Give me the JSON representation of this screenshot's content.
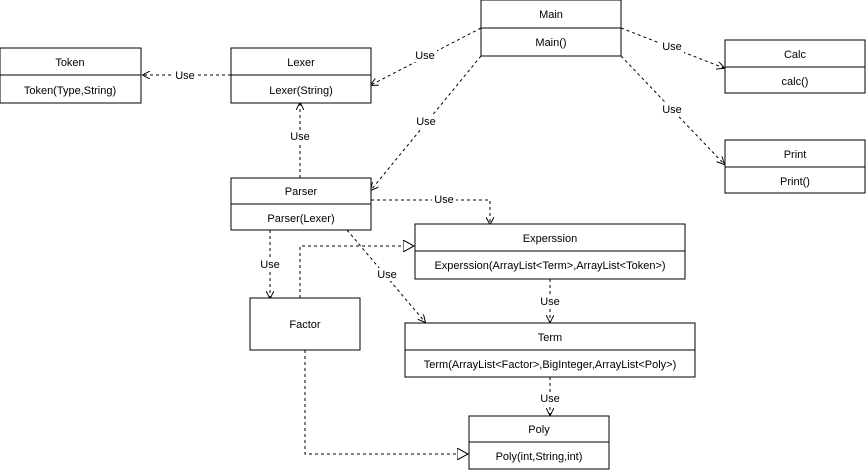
{
  "diagram": {
    "classes": {
      "main": {
        "title": "Main",
        "method": "Main()"
      },
      "token": {
        "title": "Token",
        "method": "Token(Type,String)"
      },
      "lexer": {
        "title": "Lexer",
        "method": "Lexer(String)"
      },
      "calc": {
        "title": "Calc",
        "method": "calc()"
      },
      "print": {
        "title": "Print",
        "method": "Print()"
      },
      "parser": {
        "title": "Parser",
        "method": "Parser(Lexer)"
      },
      "experssion": {
        "title": "Experssion",
        "method": "Experssion(ArrayList<Term>,ArrayList<Token>)"
      },
      "factor": {
        "title": "Factor"
      },
      "term": {
        "title": "Term",
        "method": "Term(ArrayList<Factor>,BigInteger,ArrayList<Poly>)"
      },
      "poly": {
        "title": "Poly",
        "method": "Poly(int,String,int)"
      }
    },
    "edges": {
      "lexer_token": {
        "label": "Use"
      },
      "main_lexer": {
        "label": "Use"
      },
      "main_calc": {
        "label": "Use"
      },
      "main_print": {
        "label": "Use"
      },
      "main_parser": {
        "label": "Use"
      },
      "parser_lexer": {
        "label": "Use"
      },
      "parser_experssion": {
        "label": "Use"
      },
      "parser_factor": {
        "label": "Use"
      },
      "parser_term": {
        "label": "Use"
      },
      "experssion_term": {
        "label": "Use"
      },
      "term_poly": {
        "label": "Use"
      },
      "factor_experssion": {
        "label": ""
      },
      "factor_poly": {
        "label": ""
      }
    }
  }
}
